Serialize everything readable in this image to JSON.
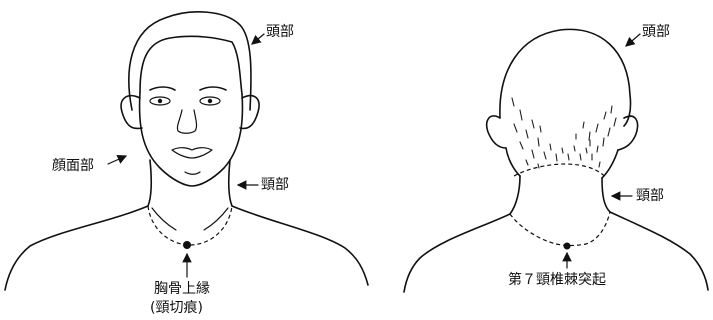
{
  "front": {
    "labels": {
      "head": "頭部",
      "face": "顔面部",
      "neck": "頸部",
      "landmark_line1": "胸骨上縁",
      "landmark_line2": "(頸切痕)"
    }
  },
  "back": {
    "labels": {
      "head": "頭部",
      "neck": "頸部",
      "landmark": "第７頸椎棘突起"
    }
  },
  "colors": {
    "ink": "#111111",
    "background": "#ffffff"
  }
}
